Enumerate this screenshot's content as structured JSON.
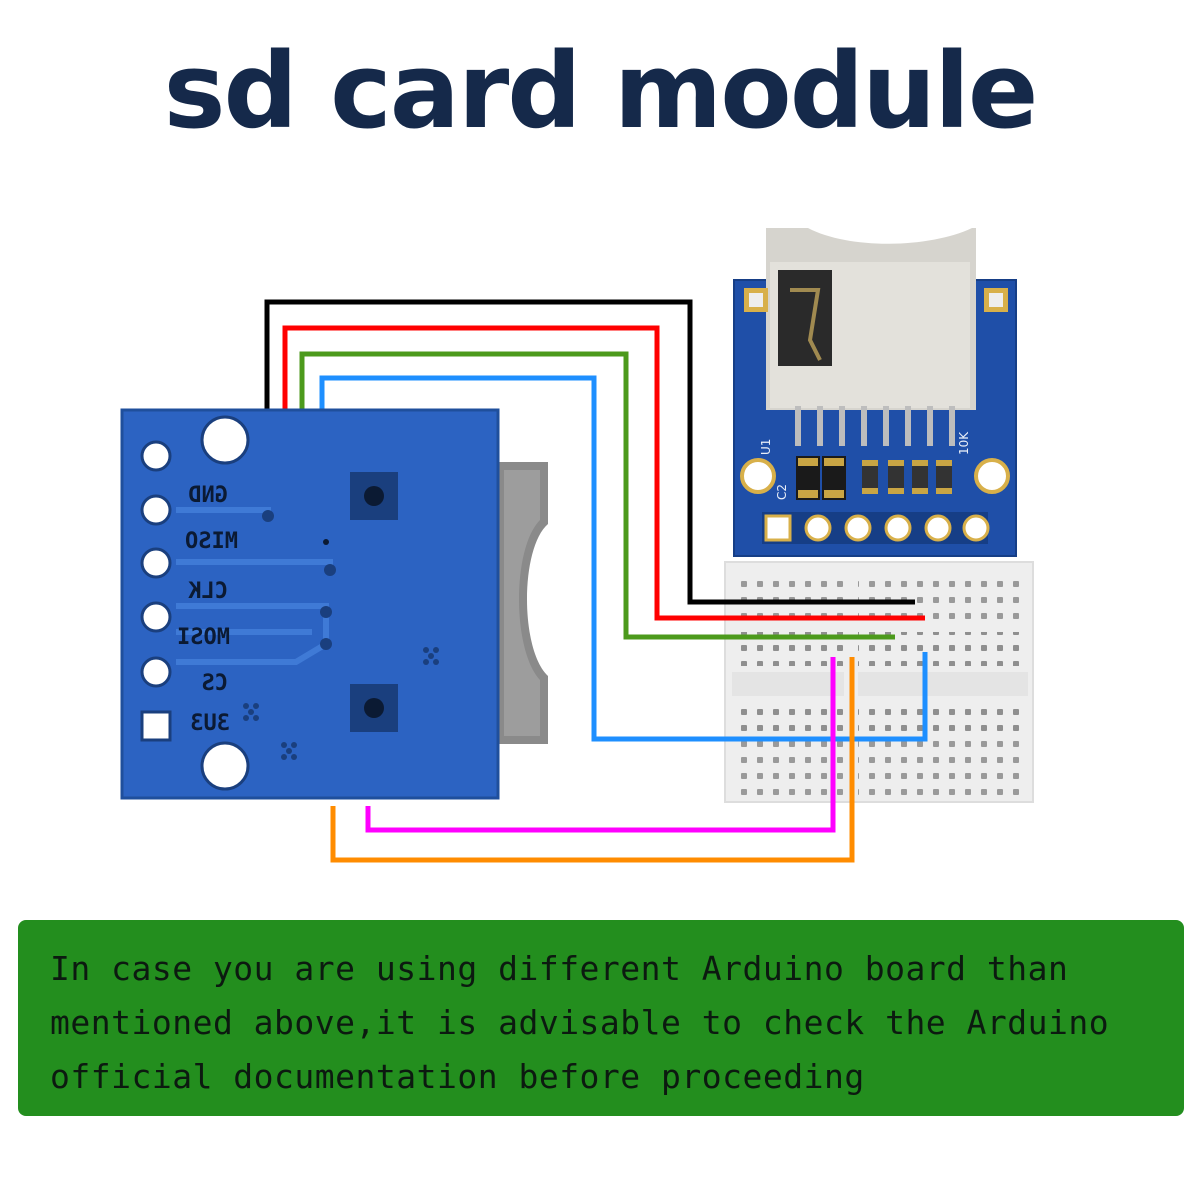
{
  "title": "sd card module",
  "module_pins": [
    "GND",
    "MISO",
    "CLK",
    "MOSI",
    "CS",
    "3U3"
  ],
  "component_labels": [
    "U1",
    "10K",
    "C2"
  ],
  "note": "In case you are using different Arduino board than\nmentioned above,it is advisable to check the Arduino\nofficial documentation before proceeding",
  "colors": {
    "title": "#15294a",
    "board": "#2c63c2",
    "note_background": "#238e1e",
    "wire_gnd": "#000000",
    "wire_miso": "#ff0000",
    "wire_clk": "#4c9a1c",
    "wire_mosi": "#1e8fff",
    "wire_cs": "#ff00ff",
    "wire_power": "#ff8c00"
  }
}
